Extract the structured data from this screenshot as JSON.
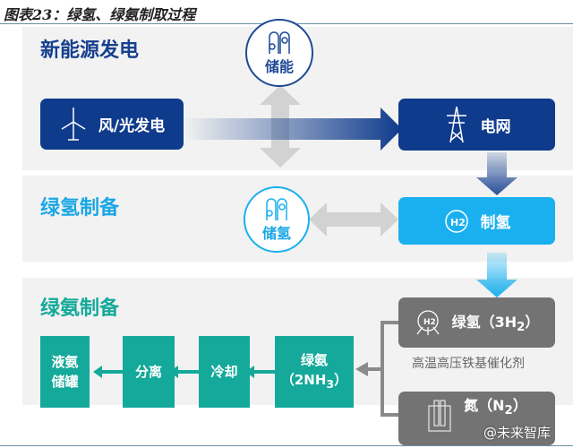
{
  "title": "图表23：绿氢、绿氨制取过程",
  "sections": {
    "power": {
      "heading": "新能源发电",
      "source": "风/光发电",
      "grid": "电网",
      "storage": "储能"
    },
    "hydrogen": {
      "heading": "绿氢制备",
      "produce": "制氢",
      "storage": "储氢"
    },
    "ammonia": {
      "heading": "绿氨制备",
      "tank": "液氨储罐",
      "tank_l1": "液氨",
      "tank_l2": "储罐",
      "separate": "分离",
      "cool": "冷却",
      "nh3_l1": "绿氨",
      "nh3_l2": "（2NH",
      "nh3_sub": "3",
      "nh3_end": "）",
      "h2_label": "绿氢（3H",
      "h2_sub": "2",
      "h2_end": "）",
      "catalyst": "高温高压铁基催化剂",
      "n2_label": "氮（N",
      "n2_sub": "2",
      "n2_end": "）"
    }
  },
  "watermark": "@未来智库",
  "colors": {
    "dark_blue": "#0f3b8c",
    "light_blue": "#1ab0ef",
    "teal": "#14a99a",
    "gray": "#737373"
  }
}
